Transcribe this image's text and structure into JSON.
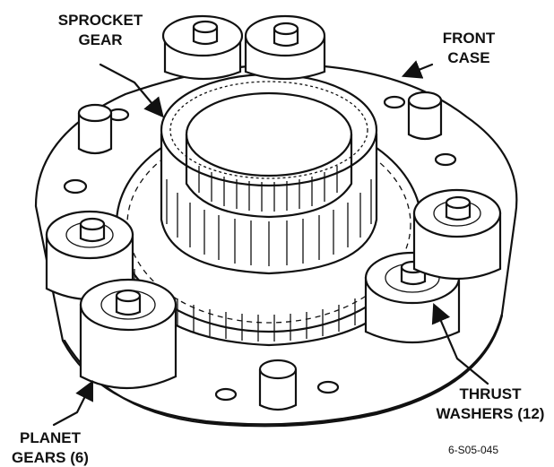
{
  "labels": {
    "sprocket_gear_line1": "SPROCKET",
    "sprocket_gear_line2": "GEAR",
    "front_case_line1": "FRONT",
    "front_case_line2": "CASE",
    "thrust_washers_line1": "THRUST",
    "thrust_washers_line2": "WASHERS (12)",
    "planet_gears_line1": "PLANET",
    "planet_gears_line2": "GEARS (6)"
  },
  "figure_code": "6-S05-045",
  "colors": {
    "ink": "#111111",
    "paper": "#ffffff"
  }
}
